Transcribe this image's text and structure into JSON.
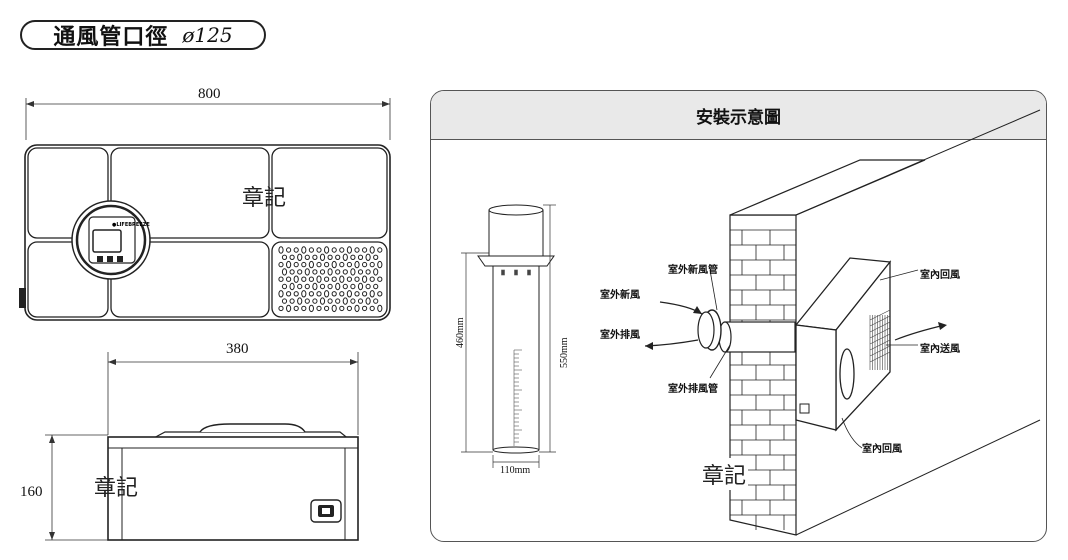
{
  "header": {
    "title": "通風管口徑",
    "diameter": "ø125"
  },
  "front_view": {
    "width_dim": "800",
    "stamp": "章記"
  },
  "side_view": {
    "width_dim": "380",
    "height_dim": "160",
    "stamp": "章記"
  },
  "install_panel": {
    "title": "安裝示意圖",
    "pipe_length_inner": "460mm",
    "pipe_length_outer": "550mm",
    "pipe_diameter": "110mm",
    "labels": {
      "outdoor_fresh_pipe": "室外新風管",
      "outdoor_fresh": "室外新風",
      "outdoor_exhaust": "室外排風",
      "outdoor_exhaust_pipe": "室外排風管",
      "indoor_return_top": "室內回風",
      "indoor_supply": "室內送風",
      "indoor_return_bottom": "室內回風"
    },
    "stamp": "章記"
  }
}
